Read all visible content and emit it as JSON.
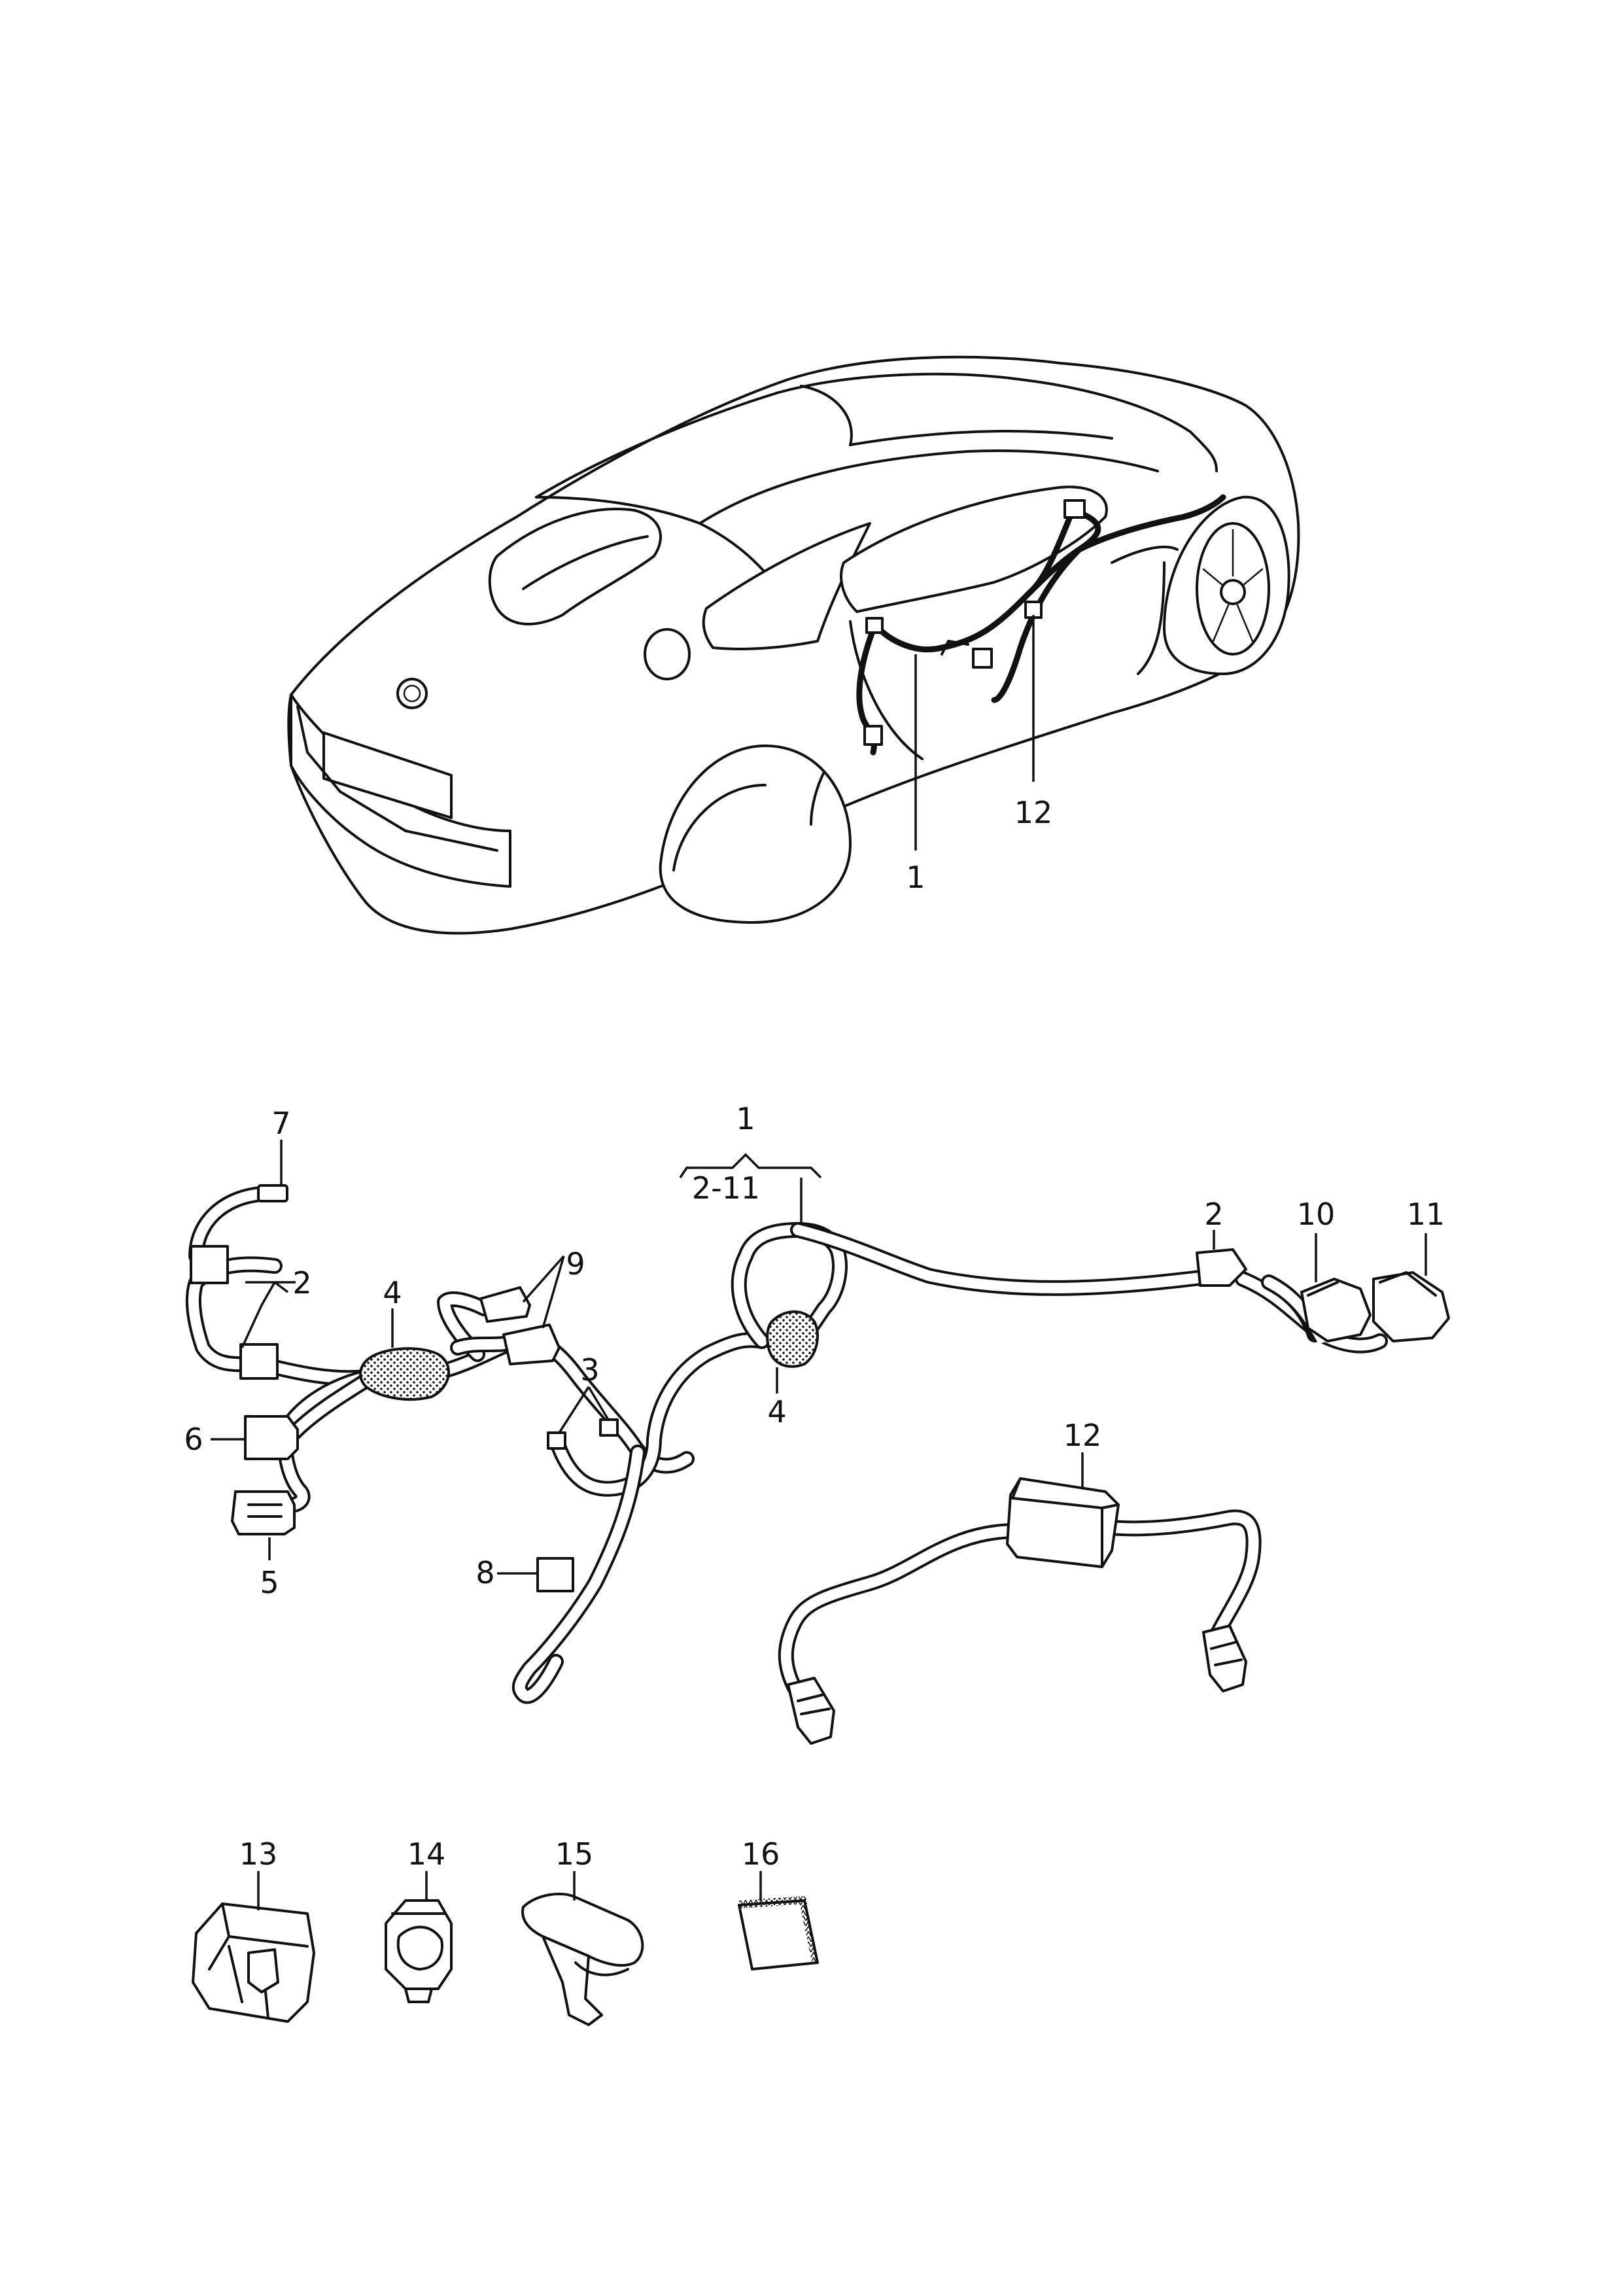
{
  "callouts": {
    "car_harness": "1",
    "car_cable": "12",
    "group_main": "1",
    "group_range": "2-11",
    "part_2_left": "2",
    "part_2_right": "2",
    "part_3": "3",
    "part_4_left": "4",
    "part_4_right": "4",
    "part_5": "5",
    "part_6": "6",
    "part_7": "7",
    "part_8": "8",
    "part_9": "9",
    "part_10": "10",
    "part_11": "11",
    "part_12": "12",
    "part_13": "13",
    "part_14": "14",
    "part_15": "15",
    "part_16": "16"
  }
}
